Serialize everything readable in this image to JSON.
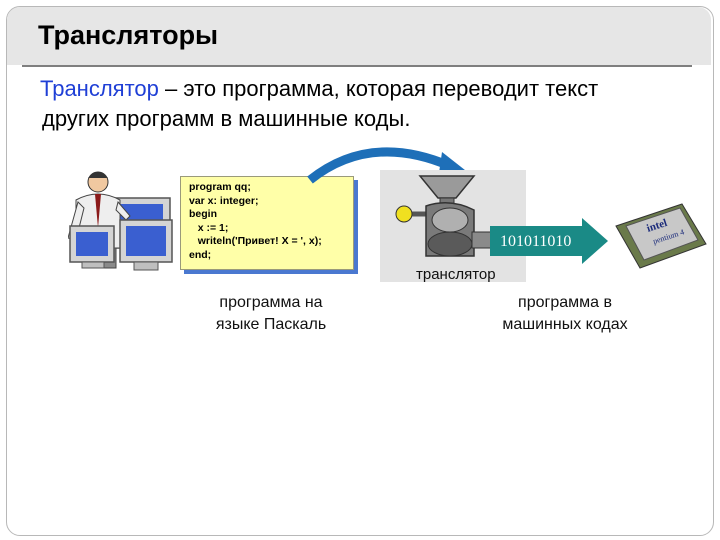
{
  "slide": {
    "title": "Трансляторы",
    "definition": {
      "term": "Транслятор",
      "rest": " – это программа, которая переводит текст",
      "line2": "других программ в машинные коды."
    },
    "code_lines": [
      "program qq;",
      "var x: integer;",
      "begin",
      "   x := 1;",
      "   writeln('Привет! X = ', x);",
      "end;"
    ],
    "translator_label": "транслятор",
    "binary_output": "101011010",
    "caption_left": [
      "программа на",
      "языке Паскаль"
    ],
    "caption_right": [
      "программа в",
      "машинных кодах"
    ],
    "chip_brand": "intel",
    "chip_model": "pentium 4"
  },
  "colors": {
    "term": "#1f3fd6",
    "code_bg": "#ffffa8",
    "arrow": "#1a8a86",
    "curve_arrow": "#1e6fb8"
  }
}
